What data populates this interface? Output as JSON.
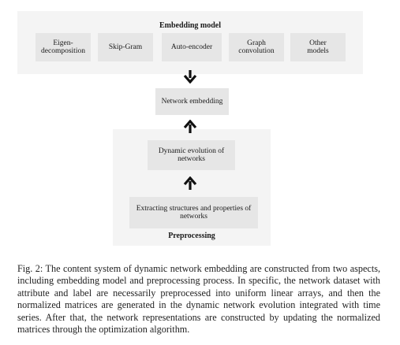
{
  "embedding_model": {
    "title": "Embedding model",
    "methods": [
      {
        "label": "Eigen-\ndecomposition"
      },
      {
        "label": "Skip-Gram"
      },
      {
        "label": "Auto-encoder"
      },
      {
        "label": "Graph\nconvolution"
      },
      {
        "label": "Other\nmodels"
      }
    ]
  },
  "network_embedding": {
    "label": "Network embedding"
  },
  "dynamic_evolution": {
    "label": "Dynamic evolution of\nnetworks"
  },
  "extracting": {
    "label": "Extracting structures and properties of\nnetworks"
  },
  "preprocessing": {
    "title": "Preprocessing"
  },
  "caption": {
    "text": "Fig. 2: The content system of dynamic network embedding are constructed from two aspects, including embedding model and preprocessing process. In specific, the network dataset with attribute and label are necessarily preprocessed into uniform linear arrays, and then the normalized matrices are generated in the dynamic network evolution integrated with time series. After that, the network representations are constructed by updating the normalized matrices through the optimization algorithm."
  }
}
